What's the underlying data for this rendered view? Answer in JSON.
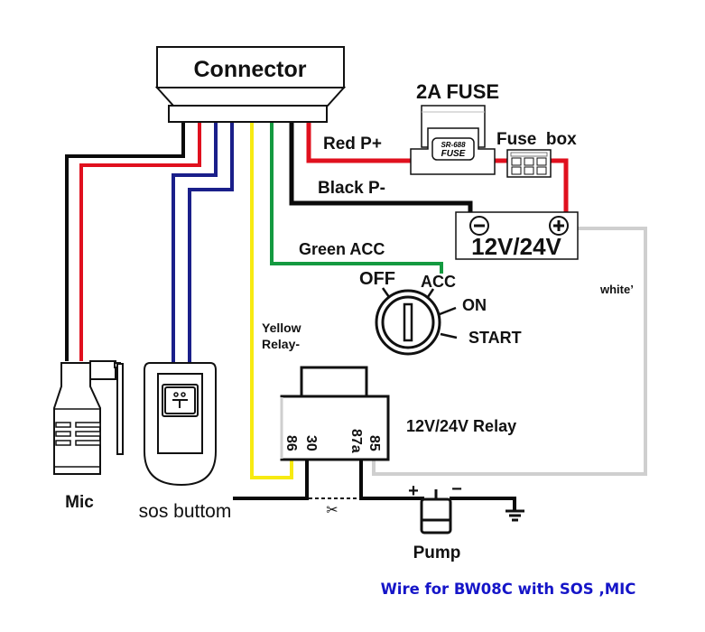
{
  "diagram": {
    "title": "Wire for BW08C with SOS ,MIC",
    "colors": {
      "black": "#0a0a0a",
      "red": "#e0101e",
      "blue": "#1a1f8a",
      "yellow": "#f7ea12",
      "green": "#149a40",
      "white_wire": "#cfcfcf",
      "footer": "#1515c8"
    },
    "connector": {
      "label": "Connector"
    },
    "fuse": {
      "title": "2A FUSE",
      "model": "SR-688",
      "type": "FUSE",
      "box_label": "Fuse  box"
    },
    "battery": {
      "label": "12V/24V",
      "neg_symbol": "−",
      "pos_symbol": "+"
    },
    "wires": {
      "red": "Red P+",
      "black": "Black P-",
      "green": "Green ACC",
      "yellow_line1": "Yellow",
      "yellow_line2": "Relay-",
      "white": "white’"
    },
    "ignition": {
      "off": "OFF",
      "acc": "ACC",
      "on": "ON",
      "start": "START"
    },
    "relay": {
      "label": "12V/24V Relay",
      "pins": [
        "86",
        "30",
        "87a",
        "85"
      ]
    },
    "pump": {
      "label": "Pump",
      "plus": "+",
      "minus": "−"
    },
    "mic": {
      "label": "Mic"
    },
    "sos": {
      "label": "sos buttom"
    },
    "cut_symbol": "✂"
  }
}
